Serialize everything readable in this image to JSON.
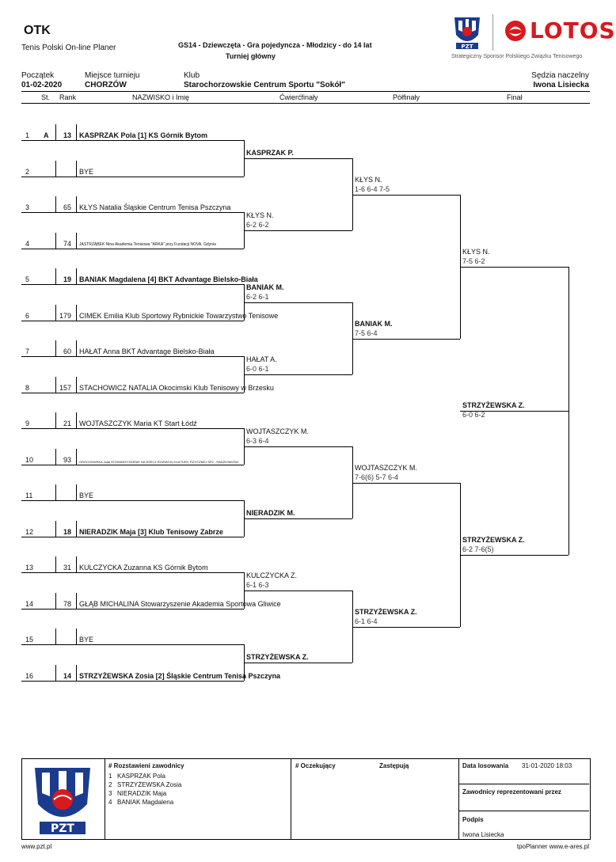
{
  "header": {
    "org": "OTK",
    "app": "Tenis Polski On-line Planer",
    "event": "GS14 - Dziewczęta - Gra pojedyncza - Młodzicy - do 14 lat",
    "draw_type": "Turniej główny",
    "sponsor_text": "Strategiczny Sponsor Polskiego Związku Tenisowego",
    "sponsor_name": "LOTOS",
    "pzt_label": "PZT"
  },
  "info": {
    "start_label": "Początek",
    "start_value": "01-02-2020",
    "place_label": "Miejsce turnieju",
    "place_value": "CHORZÓW",
    "club_label": "Klub",
    "club_value": "Starochorzowskie Centrum Sportu \"Sokół\"",
    "referee_label": "Sędzia naczelny",
    "referee_value": "Iwona Lisiecka"
  },
  "columns": {
    "seed": "St.",
    "rank": "Rank",
    "name": "NAZWISKO i Imię",
    "qf": "Ćwierćfinały",
    "sf": "Półfinały",
    "f": "Finał"
  },
  "players": [
    {
      "num": "1",
      "seed": "A",
      "rank": "13",
      "name": "KASPRZAK Pola [1] KS Górnik Bytom",
      "bold": true
    },
    {
      "num": "2",
      "seed": "",
      "rank": "",
      "name": "BYE",
      "bold": false
    },
    {
      "num": "3",
      "seed": "",
      "rank": "65",
      "name": "KŁYS Natalia Śląskie Centrum Tenisa Pszczyna",
      "bold": false
    },
    {
      "num": "4",
      "seed": "",
      "rank": "74",
      "name": "JASTRZĄBEK Nina Akademia Tenisowa \"ARKA\" przy Fundacji NOVA, Gdynia",
      "bold": false,
      "size": "small"
    },
    {
      "num": "5",
      "seed": "",
      "rank": "19",
      "name": "BANIAK Magdalena  [4] BKT Advantage Bielsko-Biała",
      "bold": true
    },
    {
      "num": "6",
      "seed": "",
      "rank": "179",
      "name": "CIMEK Emilia Klub Sportowy Rybnickie Towarzystwo Tenisowe",
      "bold": false
    },
    {
      "num": "7",
      "seed": "",
      "rank": "60",
      "name": "HAŁAT Anna BKT Advantage Bielsko-Biała",
      "bold": false
    },
    {
      "num": "8",
      "seed": "",
      "rank": "157",
      "name": "STACHOWICZ NATALIA Okocimski Klub Tenisowy w Brzesku",
      "bold": false
    },
    {
      "num": "9",
      "seed": "",
      "rank": "21",
      "name": "WOJTASZCZYK Maria KT Start Łódź",
      "bold": false
    },
    {
      "num": "10",
      "seed": "",
      "rank": "93",
      "name": "GROCHOWSKA Julia STOWARZYSZENIE NA RZECZ ROZWOJU KULTURY FIZYCZNEJ SP2 - RADZIONKÓW",
      "bold": false,
      "size": "tiny"
    },
    {
      "num": "11",
      "seed": "",
      "rank": "",
      "name": "BYE",
      "bold": false
    },
    {
      "num": "12",
      "seed": "",
      "rank": "18",
      "name": "NIERADZIK Maja [3] Klub Tenisowy Zabrze",
      "bold": true
    },
    {
      "num": "13",
      "seed": "",
      "rank": "31",
      "name": "KULCZYCKA Zuzanna KS Górnik Bytom",
      "bold": false
    },
    {
      "num": "14",
      "seed": "",
      "rank": "78",
      "name": "GŁĄB MICHALINA Stowarzyszenie Akademia Sportowa Gliwice",
      "bold": false
    },
    {
      "num": "15",
      "seed": "",
      "rank": "",
      "name": "BYE",
      "bold": false
    },
    {
      "num": "16",
      "seed": "",
      "rank": "14",
      "name": "STRZYŻEWSKA Zosia [2] Śląskie Centrum Tenisa Pszczyna",
      "bold": true
    }
  ],
  "round1": [
    {
      "name": "KASPRZAK P.",
      "score": "",
      "bold": true
    },
    {
      "name": "KŁYS N.",
      "score": "6-2 6-2",
      "bold": false
    },
    {
      "name": "BANIAK M.",
      "score": "6-2 6-1",
      "bold": true
    },
    {
      "name": "HAŁAT A.",
      "score": "6-0 6-1",
      "bold": false
    },
    {
      "name": "WOJTASZCZYK M.",
      "score": "6-3 6-4",
      "bold": false
    },
    {
      "name": "NIERADZIK M.",
      "score": "",
      "bold": true
    },
    {
      "name": "KULCZYCKA Z.",
      "score": "6-1 6-3",
      "bold": false
    },
    {
      "name": "STRZYŻEWSKA Z.",
      "score": "",
      "bold": true
    }
  ],
  "round2": [
    {
      "name": "KŁYS N.",
      "score": "1-6 6-4 7-5",
      "bold": false
    },
    {
      "name": "BANIAK M.",
      "score": "7-5 6-4",
      "bold": true
    },
    {
      "name": "WOJTASZCZYK M.",
      "score": "7-6(6) 5-7 6-4",
      "bold": false
    },
    {
      "name": "STRZYŻEWSKA Z.",
      "score": "6-1 6-4",
      "bold": true
    }
  ],
  "round3": [
    {
      "name": "KŁYS N.",
      "score": "7-5 6-2",
      "bold": false
    },
    {
      "name": "STRZYŻEWSKA Z.",
      "score": "6-2 7-6(5)",
      "bold": true
    }
  ],
  "round4": [
    {
      "name": "STRZYŻEWSKA Z.",
      "score": "6-0 6-2",
      "bold": true
    }
  ],
  "footer": {
    "seeds_title": "#  Rozstawieni zawodnicy",
    "seeds": [
      {
        "n": "1",
        "name": "KASPRZAK Pola"
      },
      {
        "n": "2",
        "name": "STRZYŻEWSKA Zosia"
      },
      {
        "n": "3",
        "name": "NIERADZIK Maja"
      },
      {
        "n": "4",
        "name": "BANIAK Magdalena"
      }
    ],
    "waiting_title": "# Oczekujący",
    "replace_title": "Zastępują",
    "draw_date_label": "Data losowania",
    "draw_date_value": "31-01-2020 18:03",
    "represented_label": "Zawodnicy reprezentowani przez",
    "sign_label": "Podpis",
    "sign_name": "Iwona Lisiecka",
    "website_left": "www.pzt.pl",
    "website_right": "tpoPlanner www.e-ares.pl"
  }
}
